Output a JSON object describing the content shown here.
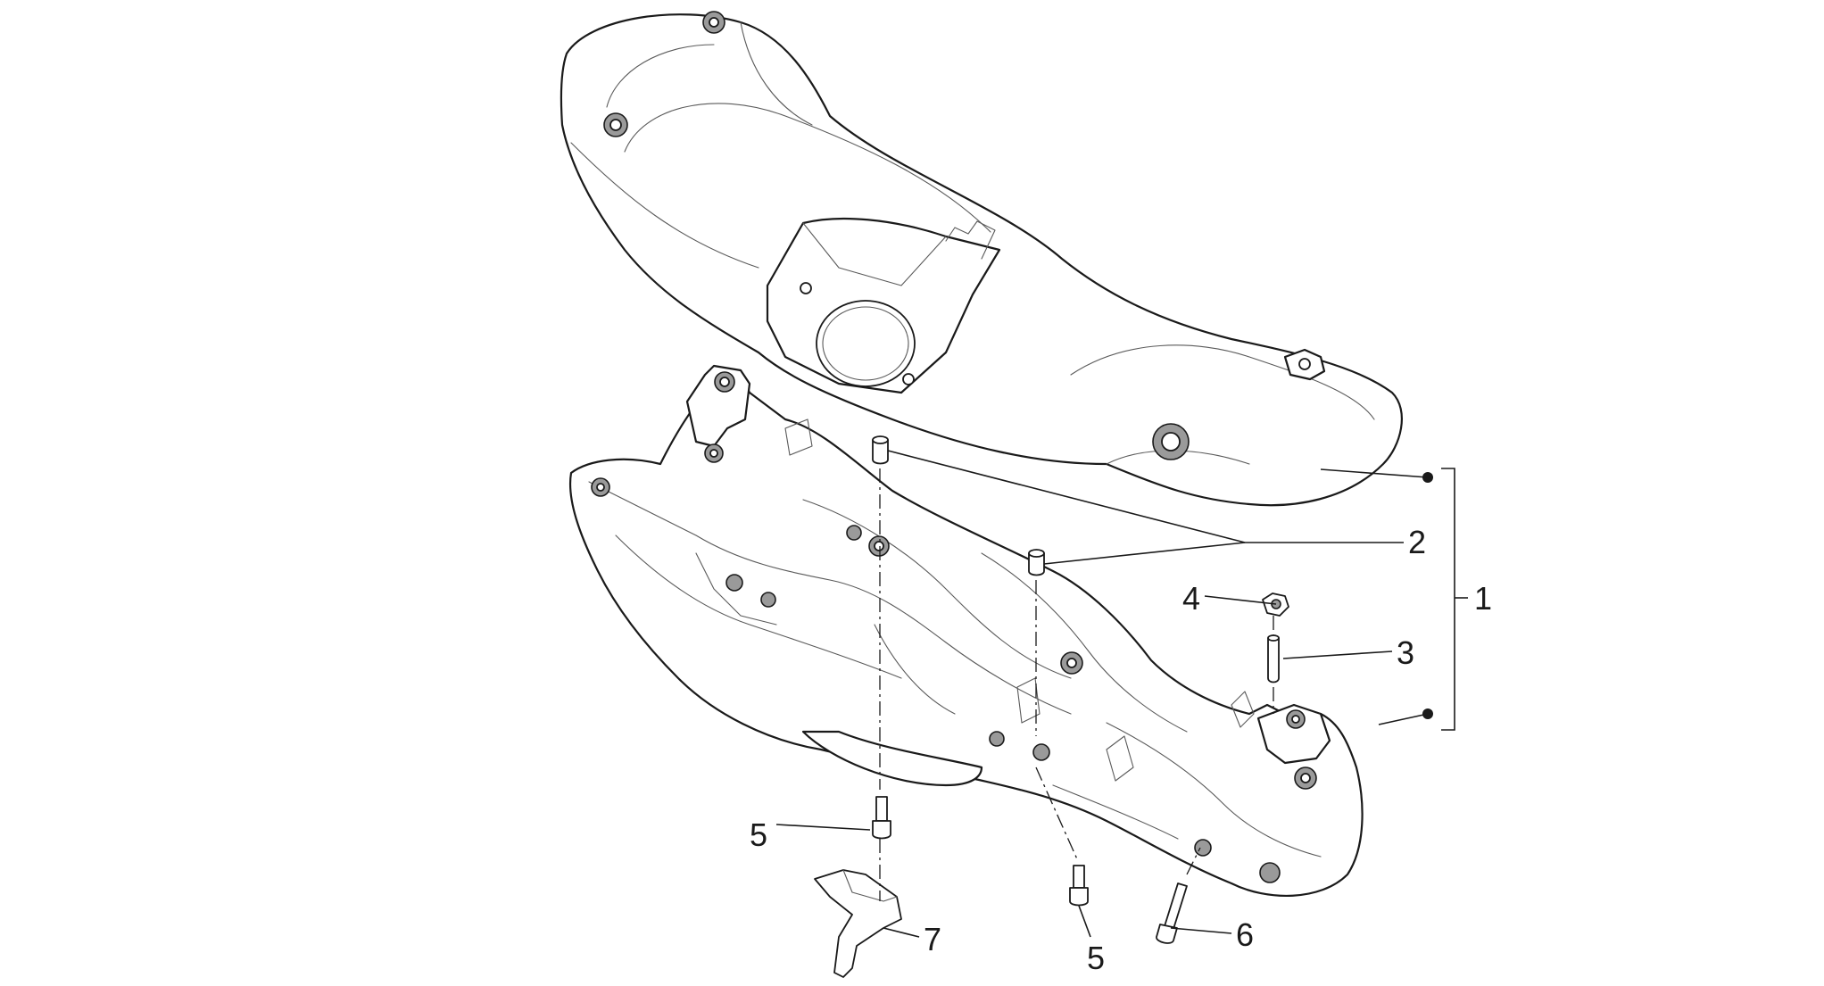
{
  "callouts": {
    "c1": "1",
    "c2": "2",
    "c3": "3",
    "c4": "4",
    "c5a": "5",
    "c5b": "5",
    "c6": "6",
    "c7": "7"
  },
  "colors": {
    "line": "#1a1a1a",
    "background": "#ffffff"
  }
}
